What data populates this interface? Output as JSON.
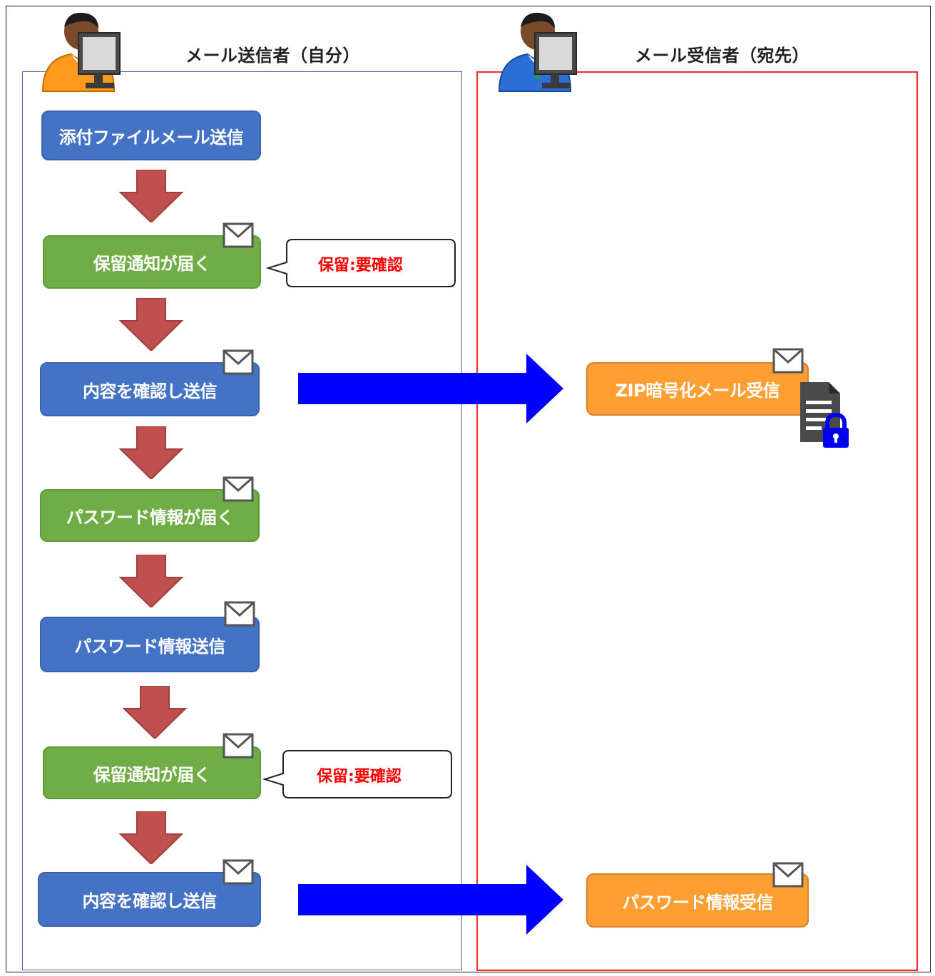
{
  "sender_lane": {
    "title": "メール送信者（自分）"
  },
  "receiver_lane": {
    "title": "メール受信者（宛先）"
  },
  "sender_steps": [
    "添付ファイルメール送信",
    "保留通知が届く",
    "内容を確認し送信",
    "パスワード情報が届く",
    "パスワード情報送信",
    "保留通知が届く",
    "内容を確認し送信"
  ],
  "receiver_steps": [
    "ZIP暗号化メール受信",
    "パスワード情報受信"
  ],
  "callouts": [
    "保留:要確認",
    "保留:要確認"
  ],
  "colors": {
    "step_blue": "#4472c4",
    "step_green": "#70ad47",
    "step_orange": "#ff9f33",
    "arrow_down": "#c0504d",
    "arrow_right": "#0000ff",
    "callout_text": "#ff0000",
    "sender_lane_border": "#4a69b0",
    "receiver_lane_border": "#ff2b2b"
  },
  "icons": [
    "sender-user-icon",
    "receiver-user-icon",
    "envelope-icon",
    "locked-document-icon"
  ]
}
